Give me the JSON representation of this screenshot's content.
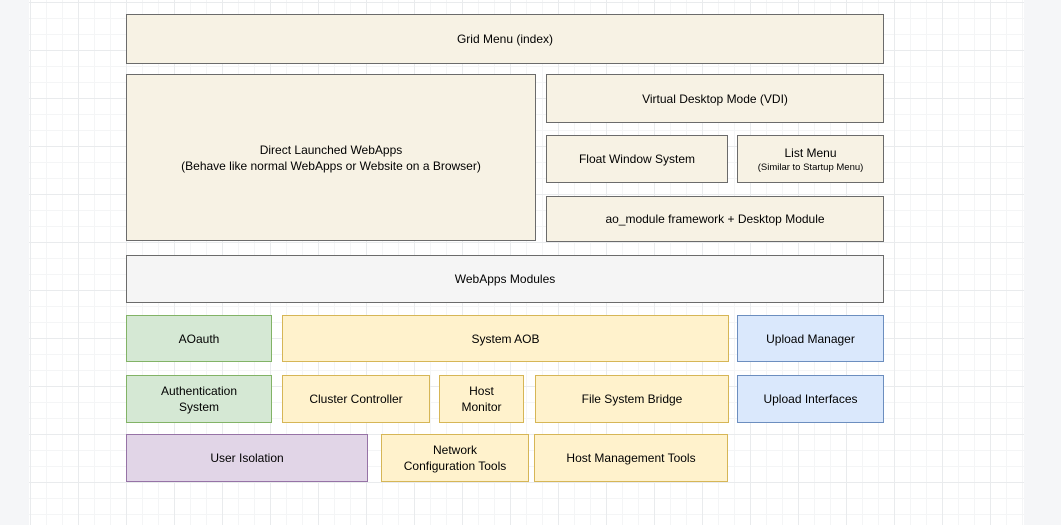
{
  "colors": {
    "gutter": "#f5f6f8",
    "grid_minor": "#f4f5f6",
    "grid_major": "#e9ebed",
    "cream_fill": "#f7f2e4",
    "cream_border": "#6b6b6b",
    "gray_fill": "#f5f5f5",
    "gray_border": "#6b6b6b",
    "green_fill": "#d5e8d4",
    "green_border": "#82b366",
    "yellow_fill": "#fff2cc",
    "yellow_border": "#d6b656",
    "blue_fill": "#dae8fc",
    "blue_border": "#6c8ebf",
    "purple_fill": "#e1d5e7",
    "purple_border": "#9673a6"
  },
  "nodes": {
    "grid_menu": {
      "label": "Grid Menu (index)"
    },
    "direct_webapps": {
      "label": "Direct Launched WebApps\n(Behave like normal WebApps or Website on a Browser)"
    },
    "vdi": {
      "label": "Virtual Desktop Mode (VDI)"
    },
    "float_window": {
      "label": "Float Window System"
    },
    "list_menu": {
      "title": "List Menu",
      "subtitle": "(Similar to Startup Menu)"
    },
    "ao_module": {
      "label": "ao_module framework + Desktop Module"
    },
    "webapps_modules": {
      "label": "WebApps Modules"
    },
    "aoauth": {
      "label": "AOauth"
    },
    "system_aob": {
      "label": "System AOB"
    },
    "upload_manager": {
      "label": "Upload Manager"
    },
    "auth_system": {
      "label": "Authentication\nSystem"
    },
    "cluster_controller": {
      "label": "Cluster Controller"
    },
    "host_monitor": {
      "label": "Host\nMonitor"
    },
    "fs_bridge": {
      "label": "File System Bridge"
    },
    "upload_interfaces": {
      "label": "Upload Interfaces"
    },
    "user_isolation": {
      "label": "User Isolation"
    },
    "network_config": {
      "label": "Network\nConfiguration Tools"
    },
    "host_mgmt": {
      "label": "Host Management Tools"
    }
  }
}
